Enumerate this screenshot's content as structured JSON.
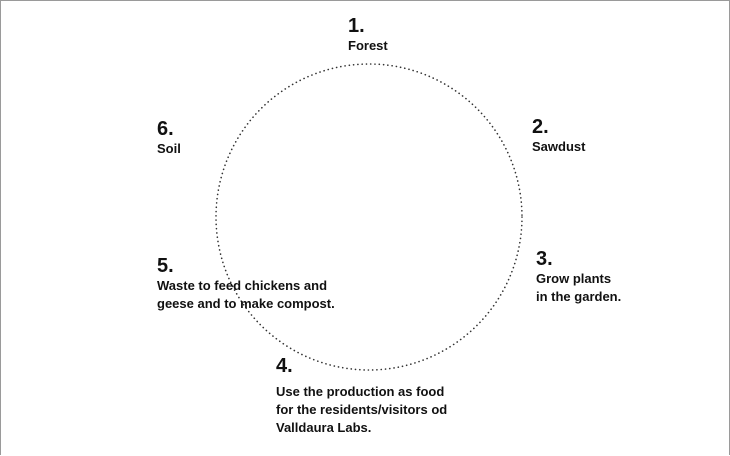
{
  "steps": [
    {
      "number": "1.",
      "text": "Forest"
    },
    {
      "number": "2.",
      "text": "Sawdust"
    },
    {
      "number": "3.",
      "text": "Grow plants\nin the garden."
    },
    {
      "number": "4.",
      "text": "Use the production as food\nfor the residents/visitors od\nValldaura Labs."
    },
    {
      "number": "5.",
      "text": "Waste to feed chickens and\ngeese and to make compost."
    },
    {
      "number": "6.",
      "text": "Soil"
    }
  ],
  "colors": {
    "text": "#111111",
    "circle": "#333333",
    "frame": "#9a9a9a"
  }
}
